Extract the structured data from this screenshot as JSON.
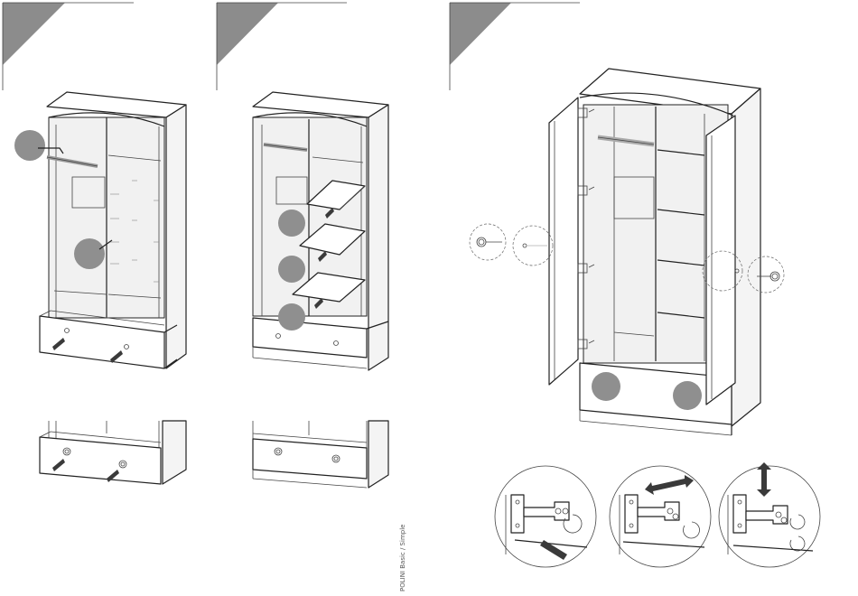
{
  "footer": {
    "credit": "POLINI Basic / Simple"
  },
  "colors": {
    "marker": "#8f8f8f",
    "header_triangle": "#8c8c8c",
    "line": "#222222"
  },
  "steps": [
    {
      "marker_count": 2
    },
    {
      "marker_count": 3
    },
    {
      "marker_count": 2
    }
  ]
}
